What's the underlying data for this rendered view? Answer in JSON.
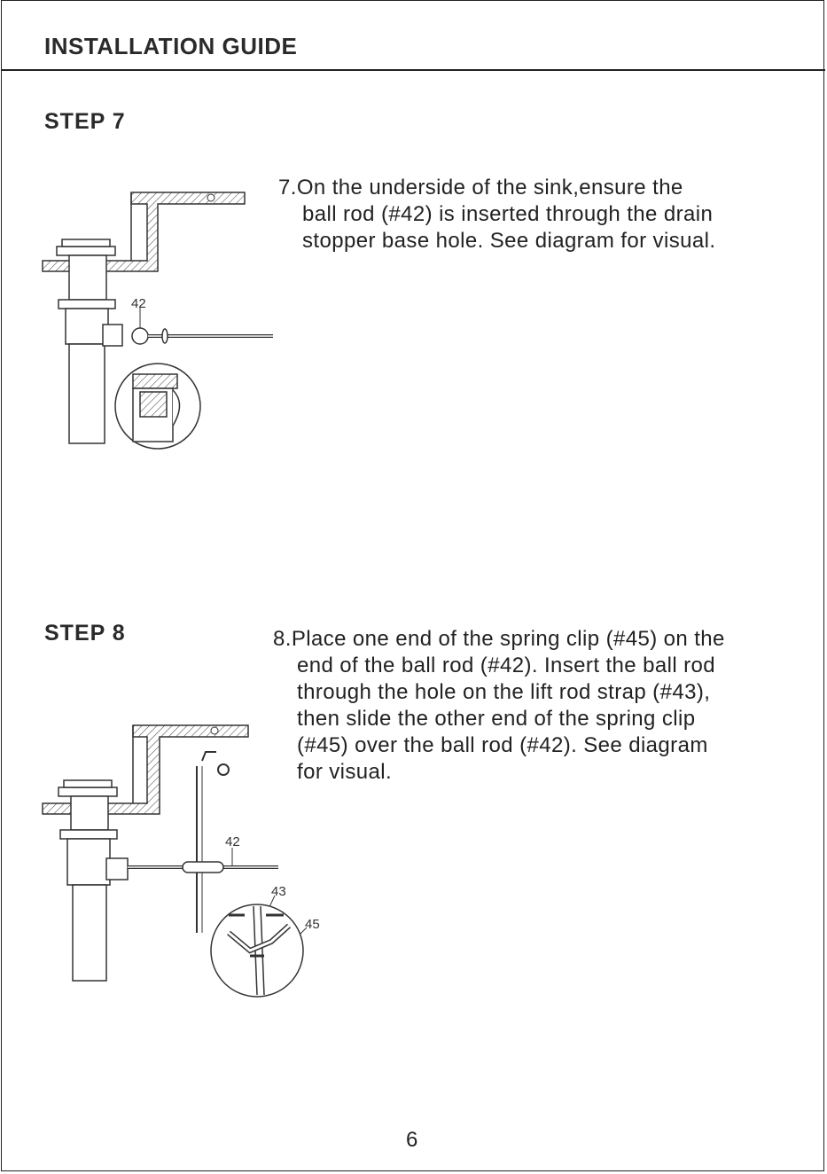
{
  "header": {
    "title": "INSTALLATION GUIDE"
  },
  "steps": [
    {
      "title": "STEP 7",
      "lines": [
        "7.On the underside of the sink,ensure the",
        "ball rod (#42) is inserted through the drain",
        "stopper base hole. See diagram for visual."
      ],
      "callouts": [
        "42"
      ]
    },
    {
      "title": "STEP 8",
      "lines": [
        "8.Place one end of the spring clip (#45) on the",
        "end of the ball rod (#42). Insert the ball rod",
        "through the hole on the lift rod strap (#43),",
        "then slide the other end of the spring clip",
        "(#45) over the ball rod (#42). See diagram",
        "for visual."
      ],
      "callouts": [
        "42",
        "43",
        "45"
      ]
    }
  ],
  "footer": {
    "page_number": "6"
  }
}
